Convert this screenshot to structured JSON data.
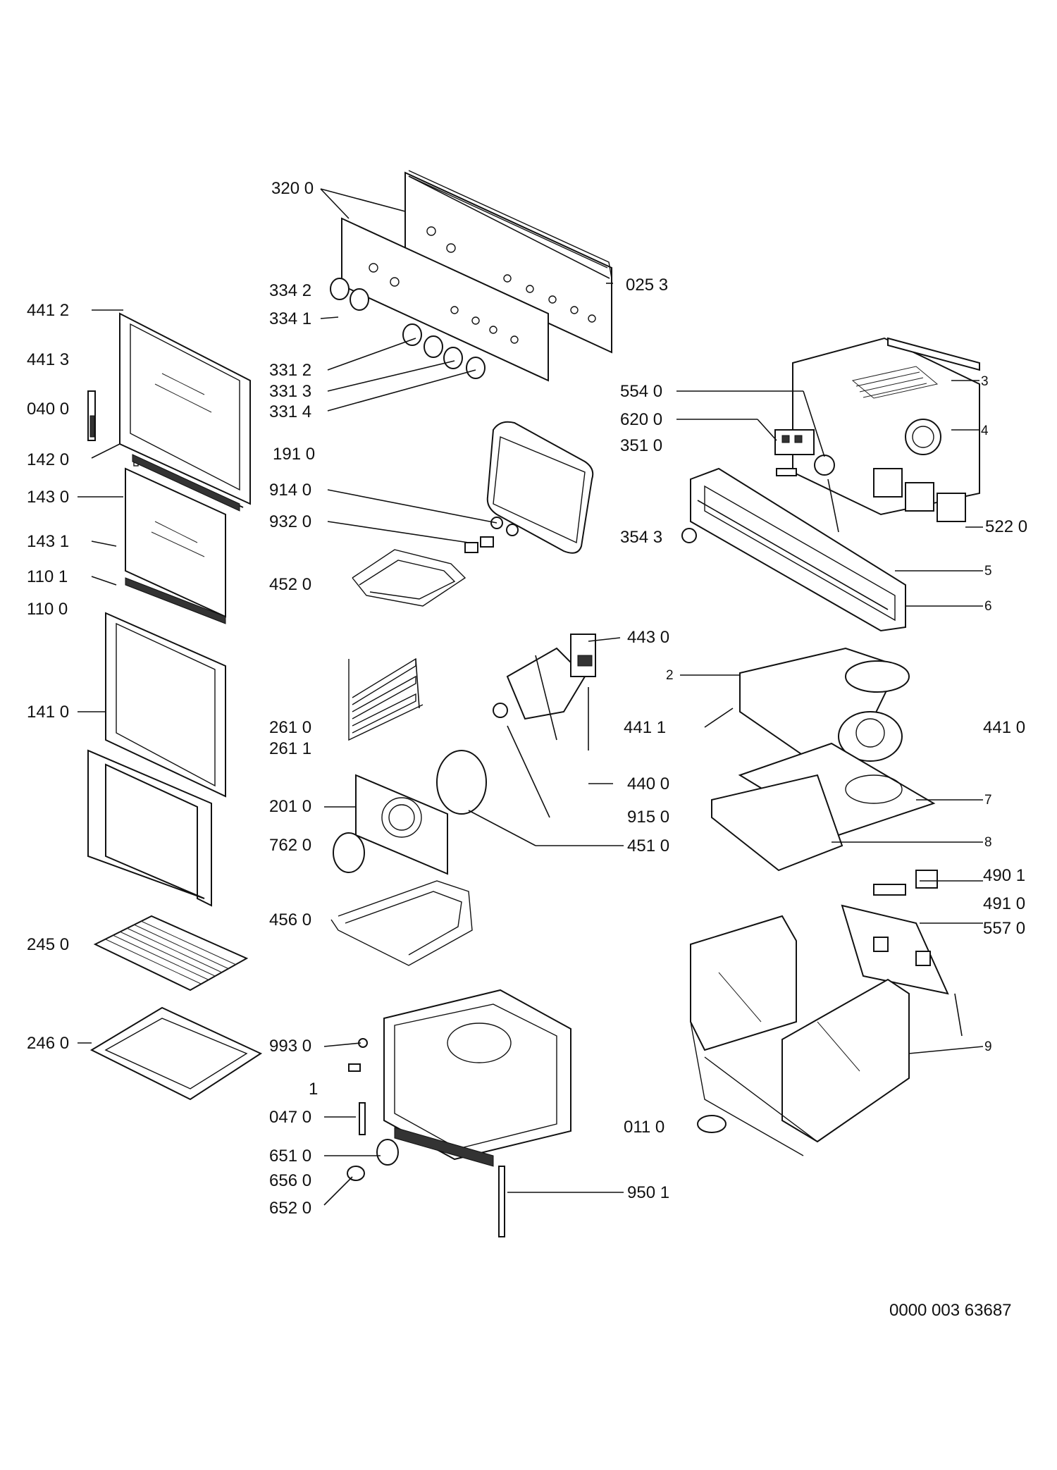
{
  "diagram": {
    "labels": {
      "l3200": "320 0",
      "l0253": "025 3",
      "l3342": "334 2",
      "l3341": "334 1",
      "l4412": "441 2",
      "l4413": "441 3",
      "l0400": "040 0",
      "l1420": "142 0",
      "l1430": "143 0",
      "l1431": "143 1",
      "l1101": "110 1",
      "l1100": "110 0",
      "l1410": "141 0",
      "l2450": "245 0",
      "l2460": "246 0",
      "l3312": "331 2",
      "l3313": "331 3",
      "l3314": "331 4",
      "l1910": "191 0",
      "l9140": "914 0",
      "l9320": "932 0",
      "l4520": "452 0",
      "l2610": "261 0",
      "l2611": "261 1",
      "l2010": "201 0",
      "l7620": "762 0",
      "l4560": "456 0",
      "l9930": "993 0",
      "l1": "1",
      "l0470": "047 0",
      "l6510": "651 0",
      "l6560": "656 0",
      "l6520": "652 0",
      "l5540": "554 0",
      "l6200": "620 0",
      "l3510": "351 0",
      "l3543": "354 3",
      "l3": "3",
      "l4": "4",
      "l5220": "522 0",
      "l5": "5",
      "l6": "6",
      "l4430": "443 0",
      "l2": "2",
      "l4411": "441 1",
      "l4410": "441 0",
      "l4400": "440 0",
      "l9150": "915 0",
      "l4510": "451 0",
      "l7": "7",
      "l8": "8",
      "l4901": "490 1",
      "l4910": "491 0",
      "l5570": "557 0",
      "l9": "9",
      "l0110": "011 0",
      "l9501": "950 1"
    },
    "document_number": "0000 003 63687"
  }
}
